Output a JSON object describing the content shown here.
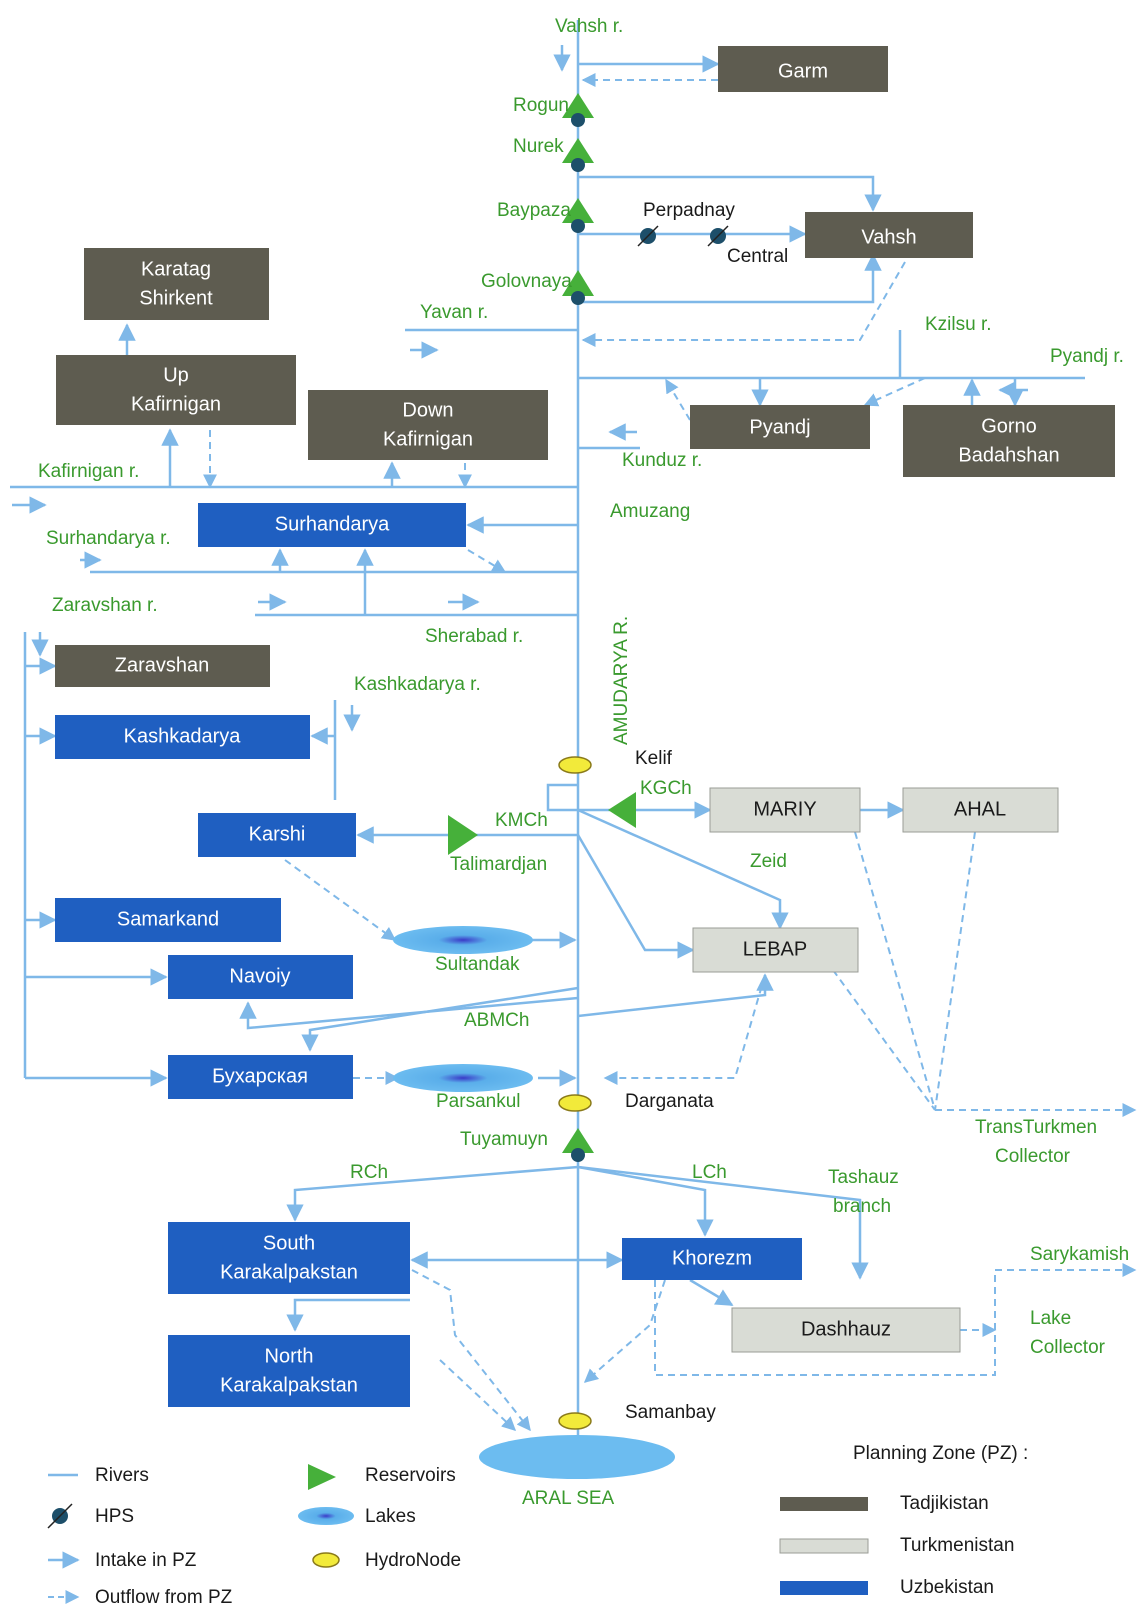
{
  "colors": {
    "tadjikistan": "#5e5c50",
    "turkmenistan": "#d9dcd5",
    "uzbekistan": "#1f5fc1",
    "river": "#7fb8e8",
    "label_green": "#3a9a2e",
    "reservoir": "#46b03a",
    "lake": "#5aaeea",
    "hydronode": "#f2ea3a"
  },
  "zones": {
    "garm": "Garm",
    "vahsh": "Vahsh",
    "karatag": [
      "Karatag",
      "Shirkent"
    ],
    "up_kafirnigan": [
      "Up",
      "Kafirnigan"
    ],
    "down_kafirnigan": [
      "Down",
      "Kafirnigan"
    ],
    "pyandj": "Pyandj",
    "gorno": [
      "Gorno",
      "Badahshan"
    ],
    "surhandarya": "Surhandarya",
    "zaravshan": "Zaravshan",
    "kashkadarya": "Kashkadarya",
    "karshi": "Karshi",
    "samarkand": "Samarkand",
    "navoiy": "Navoiy",
    "bukhara": "Бухарская",
    "mariy": "MARIY",
    "ahal": "AHAL",
    "lebap": "LEBAP",
    "south_kk": [
      "South",
      "Karakalpakstan"
    ],
    "north_kk": [
      "North",
      "Karakalpakstan"
    ],
    "khorezm": "Khorezm",
    "dashhauz": "Dashhauz"
  },
  "labels": {
    "vahsh_r": "Vahsh r.",
    "rogun": "Rogun",
    "nurek": "Nurek",
    "baypaza": "Baypaza",
    "perpadnay": "Perpadnay",
    "central": "Central",
    "golovnaya": "Golovnaya",
    "yavan_r": "Yavan r.",
    "kzilsu_r": "Kzilsu r.",
    "pyandj_r": "Pyandj r.",
    "kunduz_r": "Kunduz r.",
    "kafirnigan_r": "Kafirnigan r.",
    "amuzang": "Amuzang",
    "surhandarya_r": "Surhandarya r.",
    "zaravshan_r": "Zaravshan r.",
    "sherabad_r": "Sherabad r.",
    "kashkadarya_r": "Kashkadarya r.",
    "amudarya_r": "AMUDARYA R.",
    "kelif": "Kelif",
    "kgch": "KGCh",
    "kmch": "KMCh",
    "talimardjan": "Talimardjan",
    "zeid": "Zeid",
    "sultandak": "Sultandak",
    "abmch": "ABMCh",
    "parsankul": "Parsankul",
    "darganata": "Darganata",
    "tuyamuyn": "Tuyamuyn",
    "transturkmen": [
      "TransTurkmen",
      "Collector"
    ],
    "rch": "RCh",
    "lch": "LCh",
    "tashauz": [
      "Tashauz",
      "branch"
    ],
    "sarykamish": "Sarykamish",
    "lake_collector": [
      "Lake",
      "Collector"
    ],
    "samanbay": "Samanbay",
    "aral_sea": "ARAL SEA"
  },
  "legend": {
    "rivers": "Rivers",
    "hps": "HPS",
    "intake": "Intake in PZ",
    "outflow": "Outflow from PZ",
    "reservoirs": "Reservoirs",
    "lakes": "Lakes",
    "hydronode": "HydroNode",
    "pz_title": "Planning Zone (PZ) :",
    "tadjikistan": "Tadjikistan",
    "turkmenistan": "Turkmenistan",
    "uzbekistan": "Uzbekistan"
  }
}
